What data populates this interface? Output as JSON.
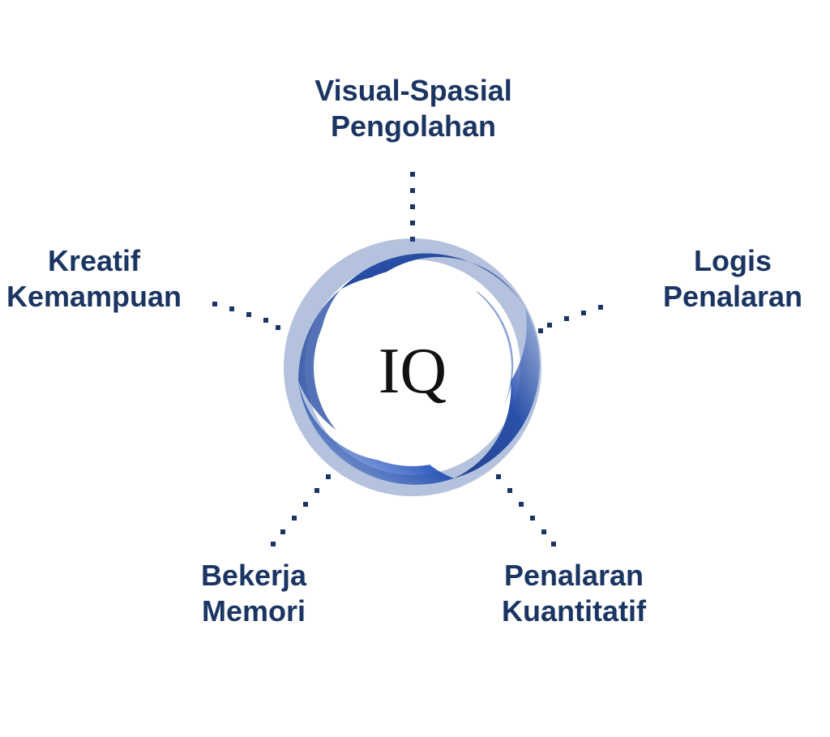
{
  "center": {
    "label": "IQ"
  },
  "nodes": [
    {
      "id": "top",
      "line1": "Visual-Spasial",
      "line2": "Pengolahan"
    },
    {
      "id": "left",
      "line1": "Kreatif",
      "line2": "Kemampuan"
    },
    {
      "id": "right",
      "line1": "Logis",
      "line2": "Penalaran"
    },
    {
      "id": "bottom-left",
      "line1": "Bekerja",
      "line2": "Memori"
    },
    {
      "id": "bottom-right",
      "line1": "Penalaran",
      "line2": "Kuantitatif"
    }
  ],
  "colors": {
    "text": "#1b3563",
    "ring_dark": "#1f3f8f",
    "ring_mid": "#2f5bbd",
    "ring_light": "#dfe7f7",
    "connector": "#1b3563"
  }
}
